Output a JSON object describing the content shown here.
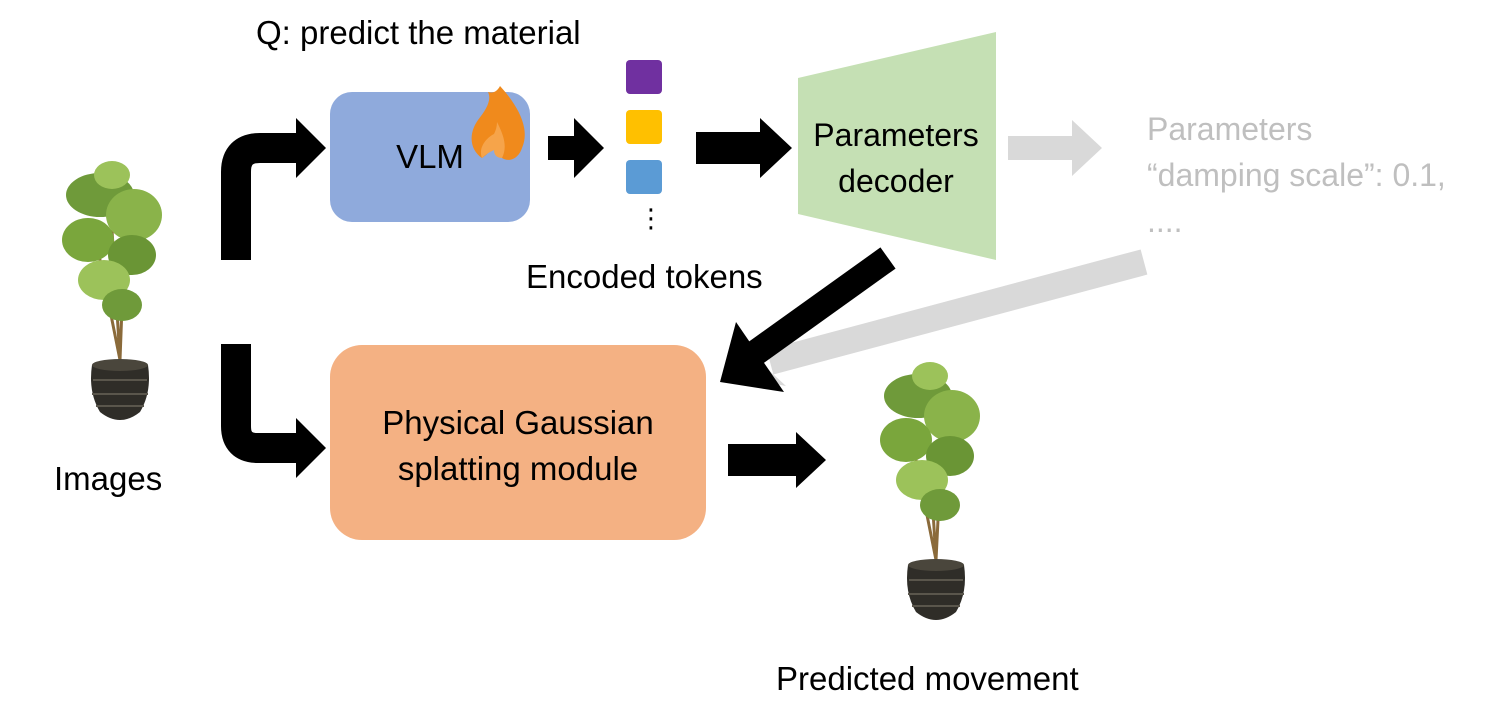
{
  "question": "Q: predict the material",
  "vlm": {
    "label": "VLM"
  },
  "encoded_tokens": {
    "label": "Encoded tokens",
    "colors": [
      "#7030a0",
      "#ffc000",
      "#5b9bd5"
    ],
    "ellipsis": "⋮"
  },
  "parameters_decoder": {
    "label": "Parameters decoder"
  },
  "parameters_output": {
    "title": "Parameters",
    "line1": "“damping scale”: 0.1,",
    "line2": "...."
  },
  "gaussian_module": {
    "label": "Physical Gaussian splatting module"
  },
  "input": {
    "label": "Images"
  },
  "output": {
    "label": "Predicted movement"
  },
  "colors": {
    "vlm_box": "#8faadc",
    "decoder": "#c5e0b4",
    "gaussian_box": "#f4b183",
    "flame": "#f08a1c",
    "gray_arrow": "#d9d9d9",
    "black_arrow": "#000000"
  },
  "icons": {
    "flame": "fire-icon",
    "plant": "potted-plant-image"
  }
}
